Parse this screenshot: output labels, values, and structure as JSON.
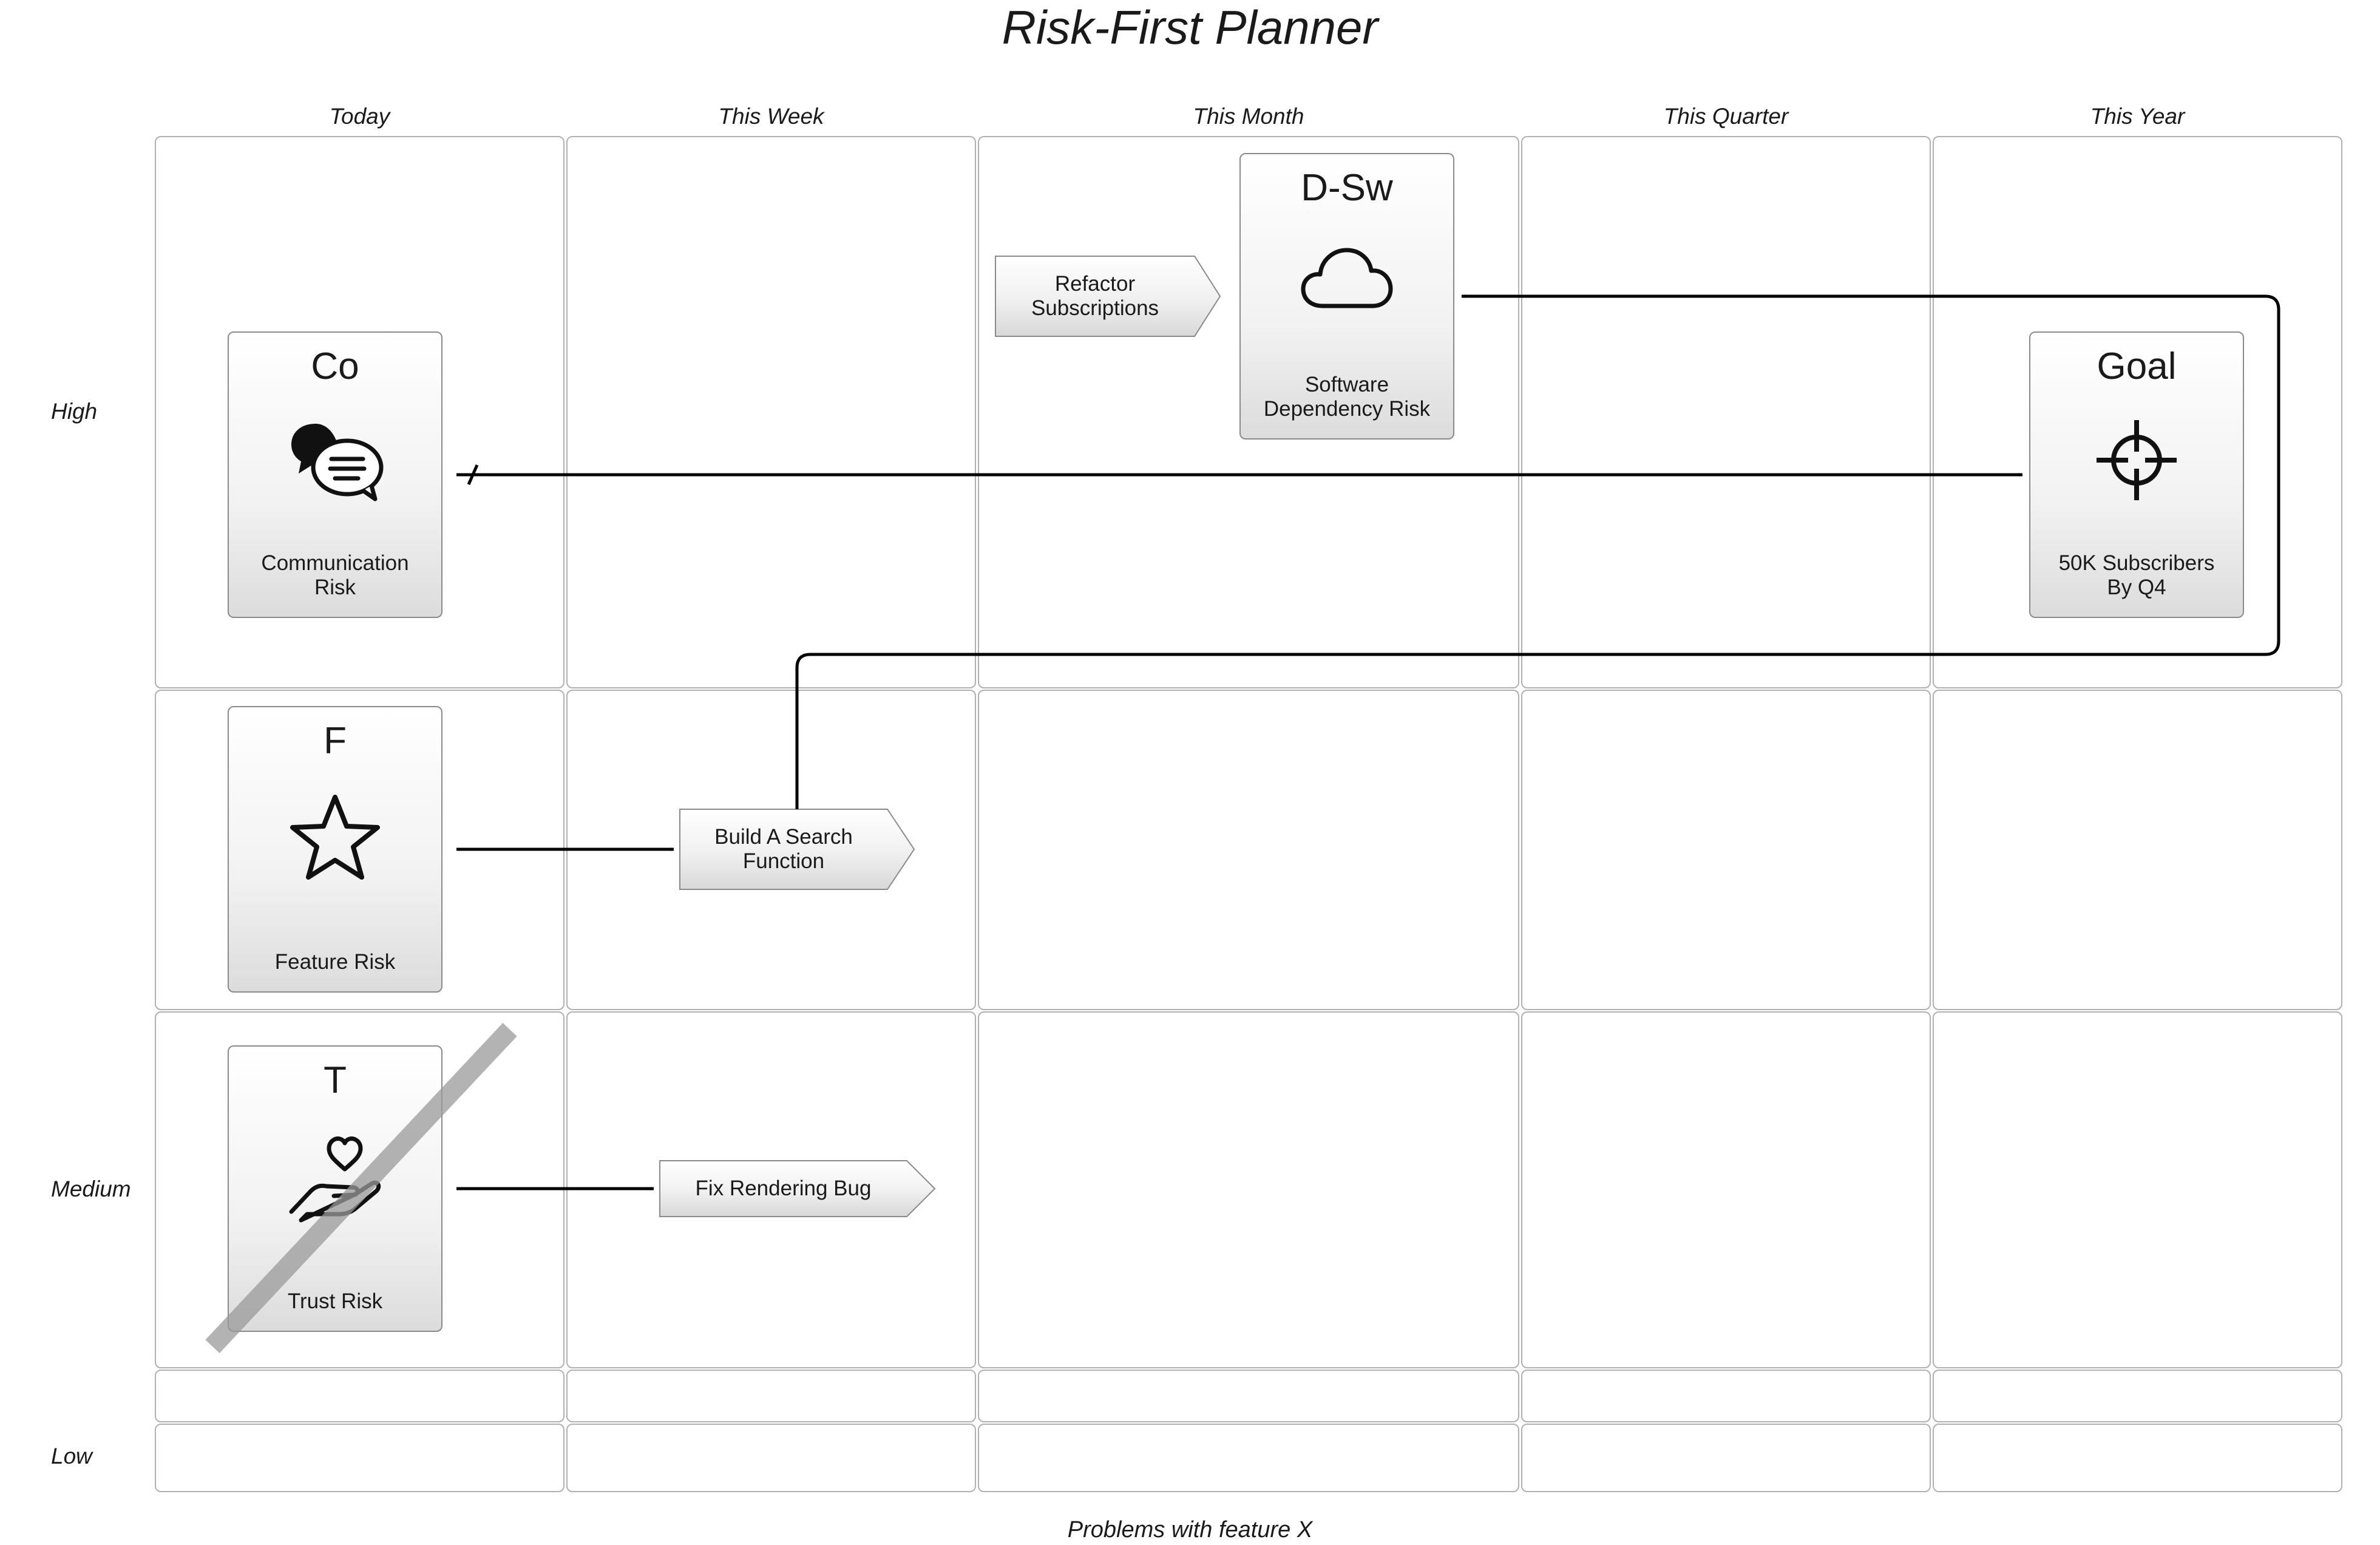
{
  "title": "Risk-First Planner",
  "footer": "Problems with feature X",
  "columns": [
    "Today",
    "This Week",
    "This Month",
    "This Quarter",
    "This Year"
  ],
  "rows": [
    "High",
    "Medium",
    "Low"
  ],
  "cards": {
    "communication": {
      "abbr": "Co",
      "icon": "speech-bubbles-icon",
      "label": "Communication\nRisk"
    },
    "feature": {
      "abbr": "F",
      "icon": "star-icon",
      "label": "Feature Risk"
    },
    "trust": {
      "abbr": "T",
      "icon": "heart-hand-icon",
      "label": "Trust Risk",
      "struck_out": true
    },
    "software_dependency": {
      "abbr": "D-Sw",
      "icon": "cloud-icon",
      "label": "Software\nDependency Risk"
    },
    "goal": {
      "abbr": "Goal",
      "icon": "crosshair-icon",
      "label": "50K Subscribers\nBy Q4"
    }
  },
  "actions": {
    "refactor": "Refactor\nSubscriptions",
    "search": "Build A Search\nFunction",
    "bug": "Fix Rendering Bug"
  },
  "colors": {
    "line": "#000000",
    "cell_border": "#b0b0b0",
    "card_border": "#8a8a8a",
    "strike": "#999999"
  }
}
